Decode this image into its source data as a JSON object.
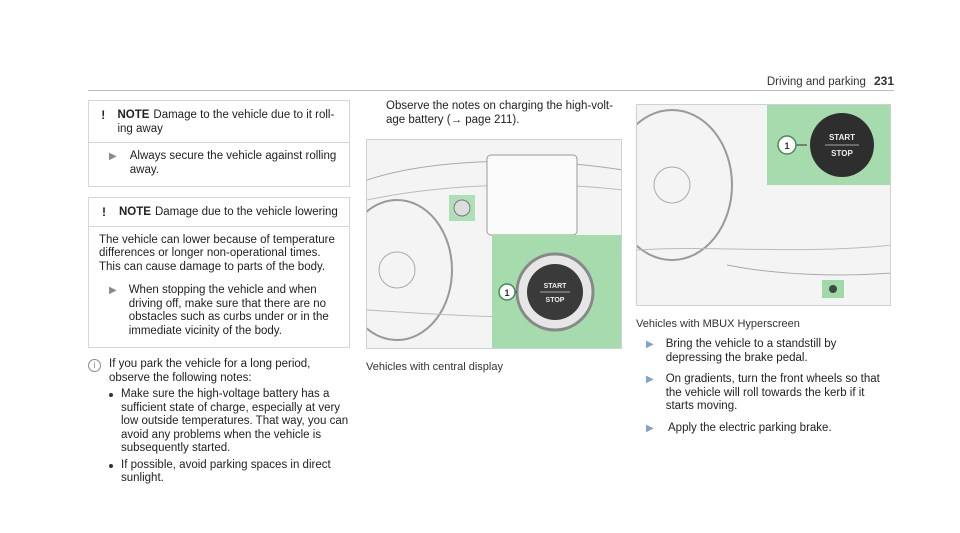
{
  "header": {
    "section": "Driving and parking",
    "page_number": "231"
  },
  "notes": [
    {
      "label": "NOTE",
      "title": "Damage to the vehicle due to it roll-ing away",
      "instruction": "Always secure the vehicle against rolling away."
    },
    {
      "label": "NOTE",
      "title": "Damage due to the vehicle lowering",
      "body": "The vehicle can lower because of temperature differences or longer non-operational times. This can cause damage to parts of the body.",
      "instruction": "When stopping the vehicle and when driving off, make sure that there are no obstacles such as curbs under or in the immediate vicinity of the body."
    }
  ],
  "info": {
    "intro": "If you park the vehicle for a long period, observe the following notes:",
    "items": [
      "Make sure the high-voltage battery has a sufficient state of charge, especially at very low outside temperatures. That way, you can avoid any problems when the vehicle is subsequently started.",
      "If possible, avoid parking spaces in direct sunlight."
    ]
  },
  "col2": {
    "intro": "Observe the notes on charging the high-volt-age battery (→ page 211).",
    "caption": "Vehicles with central display",
    "button_start": "START",
    "button_stop": "STOP",
    "callout": "1"
  },
  "col3": {
    "caption": "Vehicles with MBUX Hyperscreen",
    "button_start": "START",
    "button_stop": "STOP",
    "callout": "1",
    "steps": [
      "Bring the vehicle to a standstill by depressing the brake pedal.",
      "On gradients, turn the front wheels so that the vehicle will roll towards the kerb if it starts moving.",
      "Apply the electric parking brake."
    ]
  },
  "colors": {
    "accent": "#9ed9a6",
    "callout": "#8ccf95",
    "arrow": "#7fa3c9"
  }
}
